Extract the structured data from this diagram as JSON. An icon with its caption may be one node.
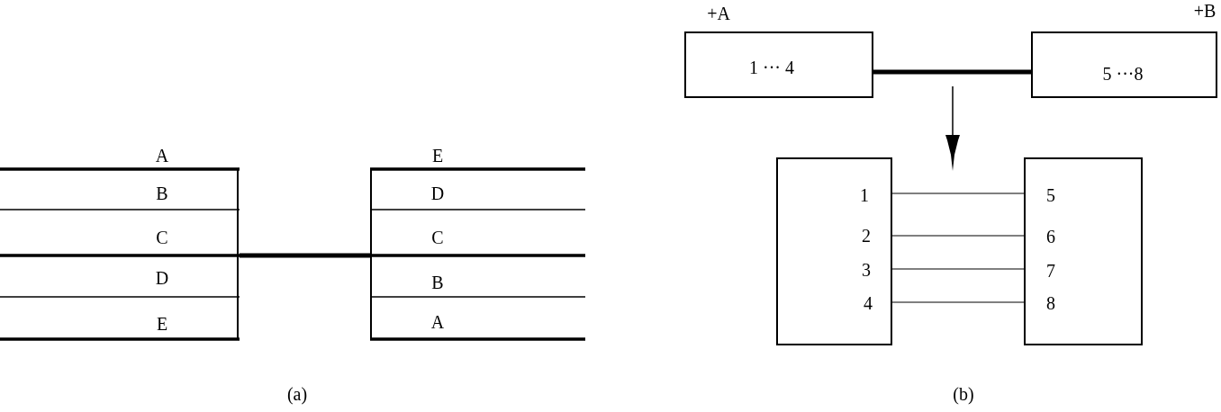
{
  "diagram": {
    "nodes": [
      {
        "text": [
          "A",
          "B",
          "C",
          "D",
          "E"
        ]
      },
      {
        "text": [
          "E",
          "D",
          "C",
          "B",
          "A"
        ]
      },
      {
        "text": [
          "1 ··· 4"
        ],
        "beside": [
          "+A"
        ]
      },
      {
        "text": [
          "5 ···8"
        ],
        "beside": [
          "+B"
        ]
      },
      {
        "text": [
          "1",
          "2",
          "3",
          "4"
        ]
      },
      {
        "text": [
          "5",
          "6",
          "7",
          "8"
        ]
      }
    ],
    "edges": [
      {
        "from": 0,
        "to": 1,
        "arrow": "none",
        "style": "thick"
      },
      {
        "from": 2,
        "to": 3,
        "arrow": "none",
        "style": "thick"
      },
      {
        "from": 4,
        "to": 5,
        "arrow": "none"
      },
      {
        "from": 4,
        "to": 5,
        "arrow": "none"
      },
      {
        "from": 4,
        "to": 5,
        "arrow": "none"
      },
      {
        "from": 4,
        "to": 5,
        "arrow": "none"
      }
    ],
    "labels": [
      "(a)",
      "(b)"
    ]
  }
}
